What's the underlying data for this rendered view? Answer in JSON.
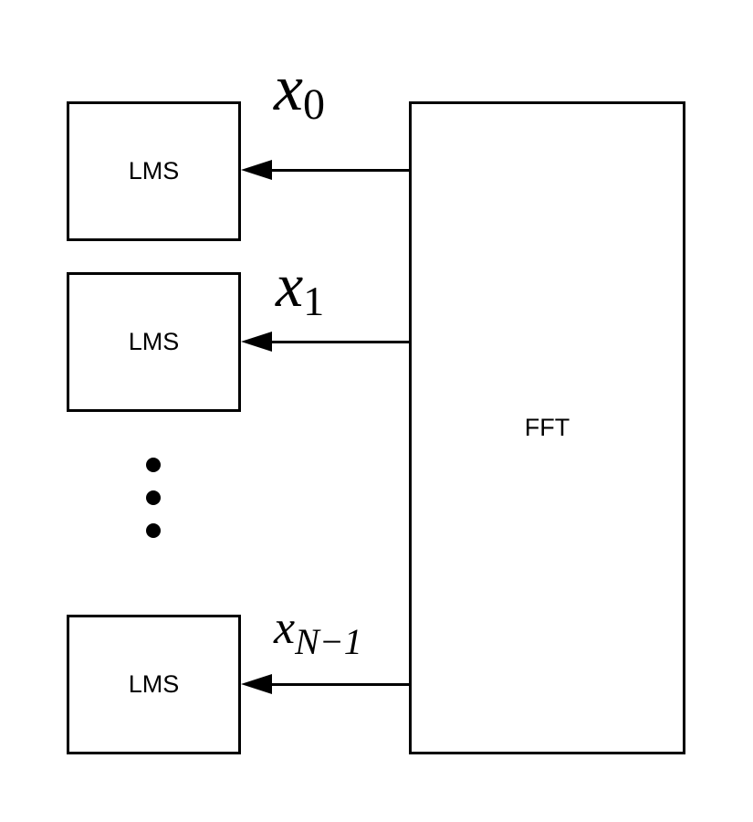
{
  "fft_block": {
    "label": "FFT"
  },
  "lms_blocks": [
    {
      "label": "LMS",
      "signal": {
        "base": "x",
        "sub": "0"
      }
    },
    {
      "label": "LMS",
      "signal": {
        "base": "x",
        "sub": "1"
      }
    },
    {
      "label": "LMS",
      "signal": {
        "base": "x",
        "sub": "N−1"
      }
    }
  ],
  "colors": {
    "line": "#000000",
    "background": "#ffffff"
  }
}
